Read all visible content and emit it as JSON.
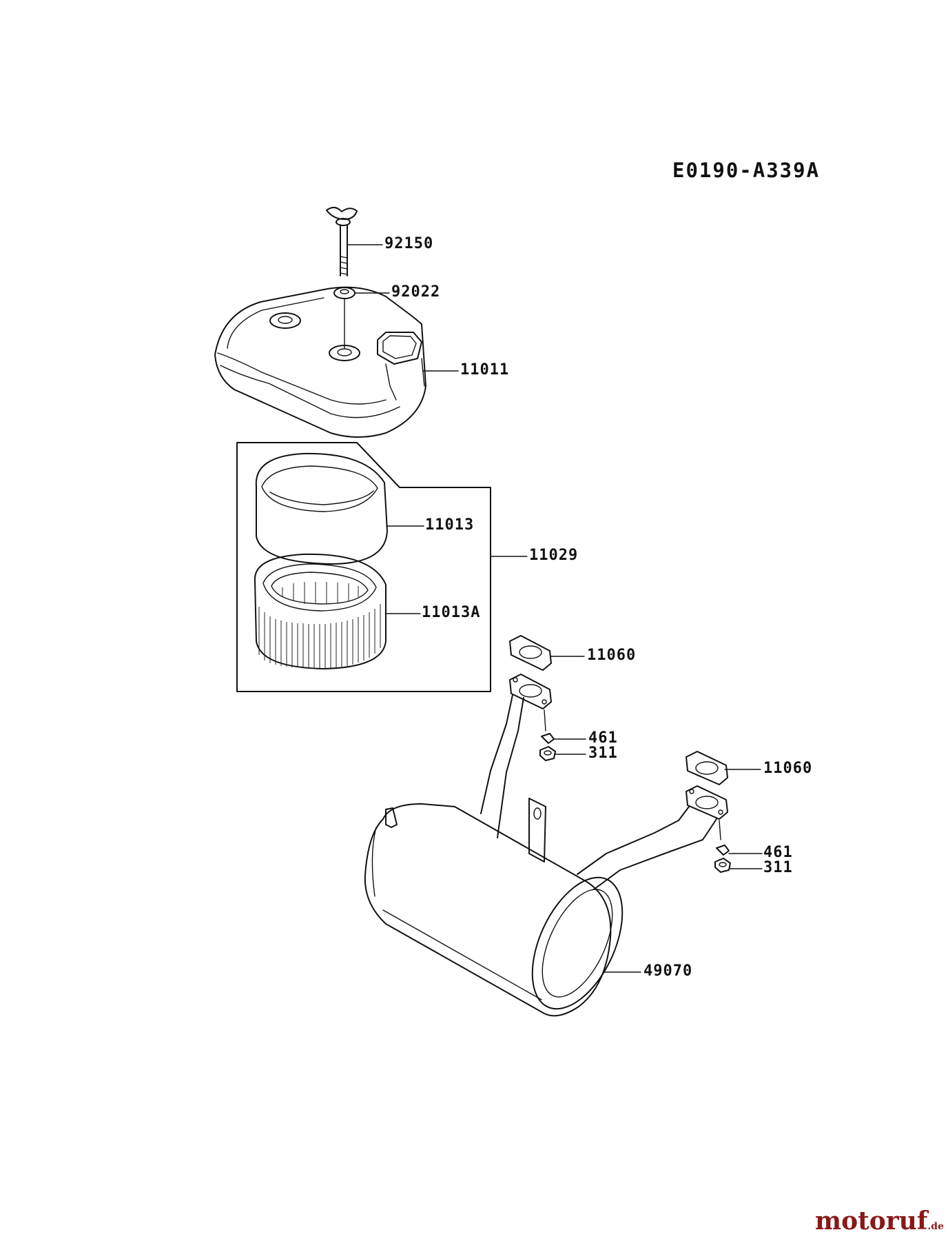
{
  "diagram_code": "E0190-A339A",
  "parts": {
    "p92150": "92150",
    "p92022": "92022",
    "p11011": "11011",
    "p11013": "11013",
    "p11029": "11029",
    "p11013A": "11013A",
    "p11060_a": "11060",
    "p461_a": "461",
    "p311_a": "311",
    "p11060_b": "11060",
    "p461_b": "461",
    "p311_b": "311",
    "p49070": "49070"
  },
  "watermark": {
    "name": "motoruf",
    "tld": ".de",
    "color": "#8a1818",
    "dot_color": "#d8a020"
  }
}
